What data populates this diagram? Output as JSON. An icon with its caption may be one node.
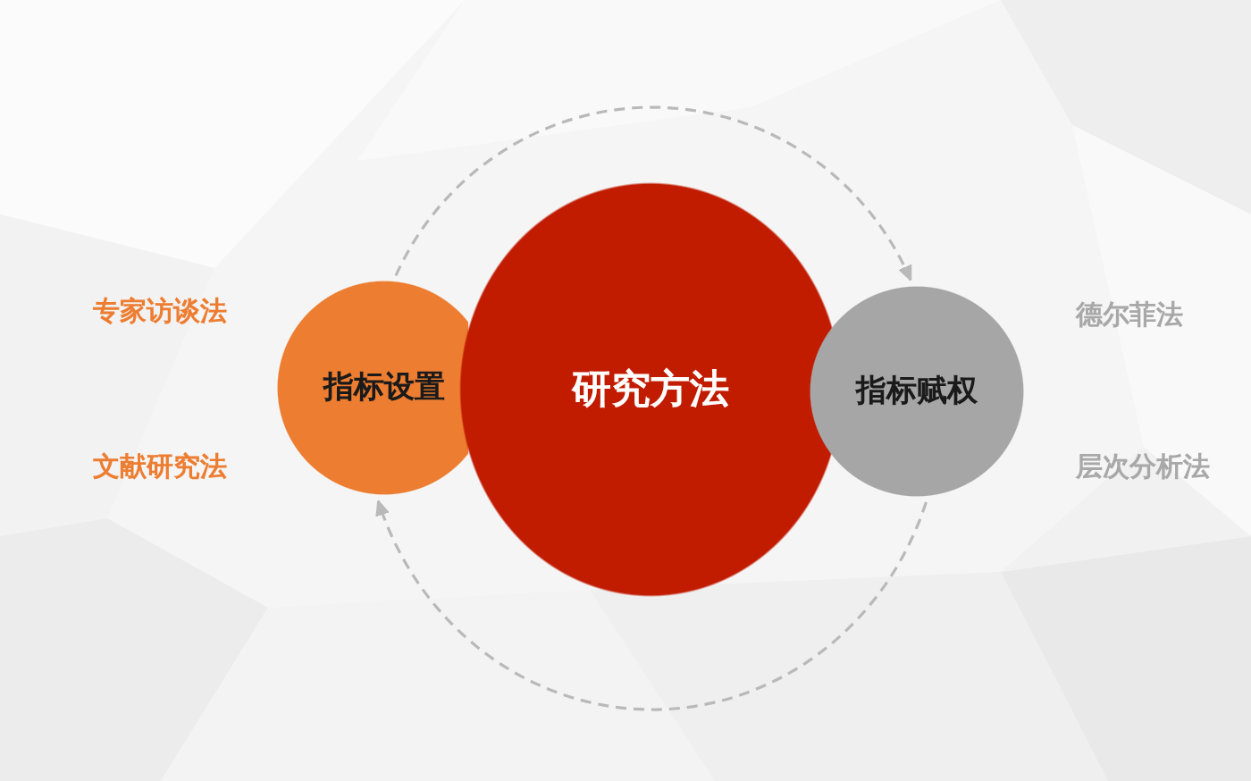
{
  "diagram": {
    "nodes": [
      {
        "text": [
          "指标设置"
        ],
        "beside": [
          "专家访谈法",
          "文献研究法"
        ]
      },
      {
        "text": [
          "研究方法"
        ]
      },
      {
        "text": [
          "指标赋权"
        ],
        "beside": [
          "德尔菲法",
          "层次分析法"
        ]
      }
    ],
    "edges": [
      {
        "from": 0,
        "to": 2,
        "arrow": "to",
        "style": "dashed"
      },
      {
        "from": 2,
        "to": 0,
        "arrow": "to",
        "style": "dashed"
      }
    ]
  }
}
